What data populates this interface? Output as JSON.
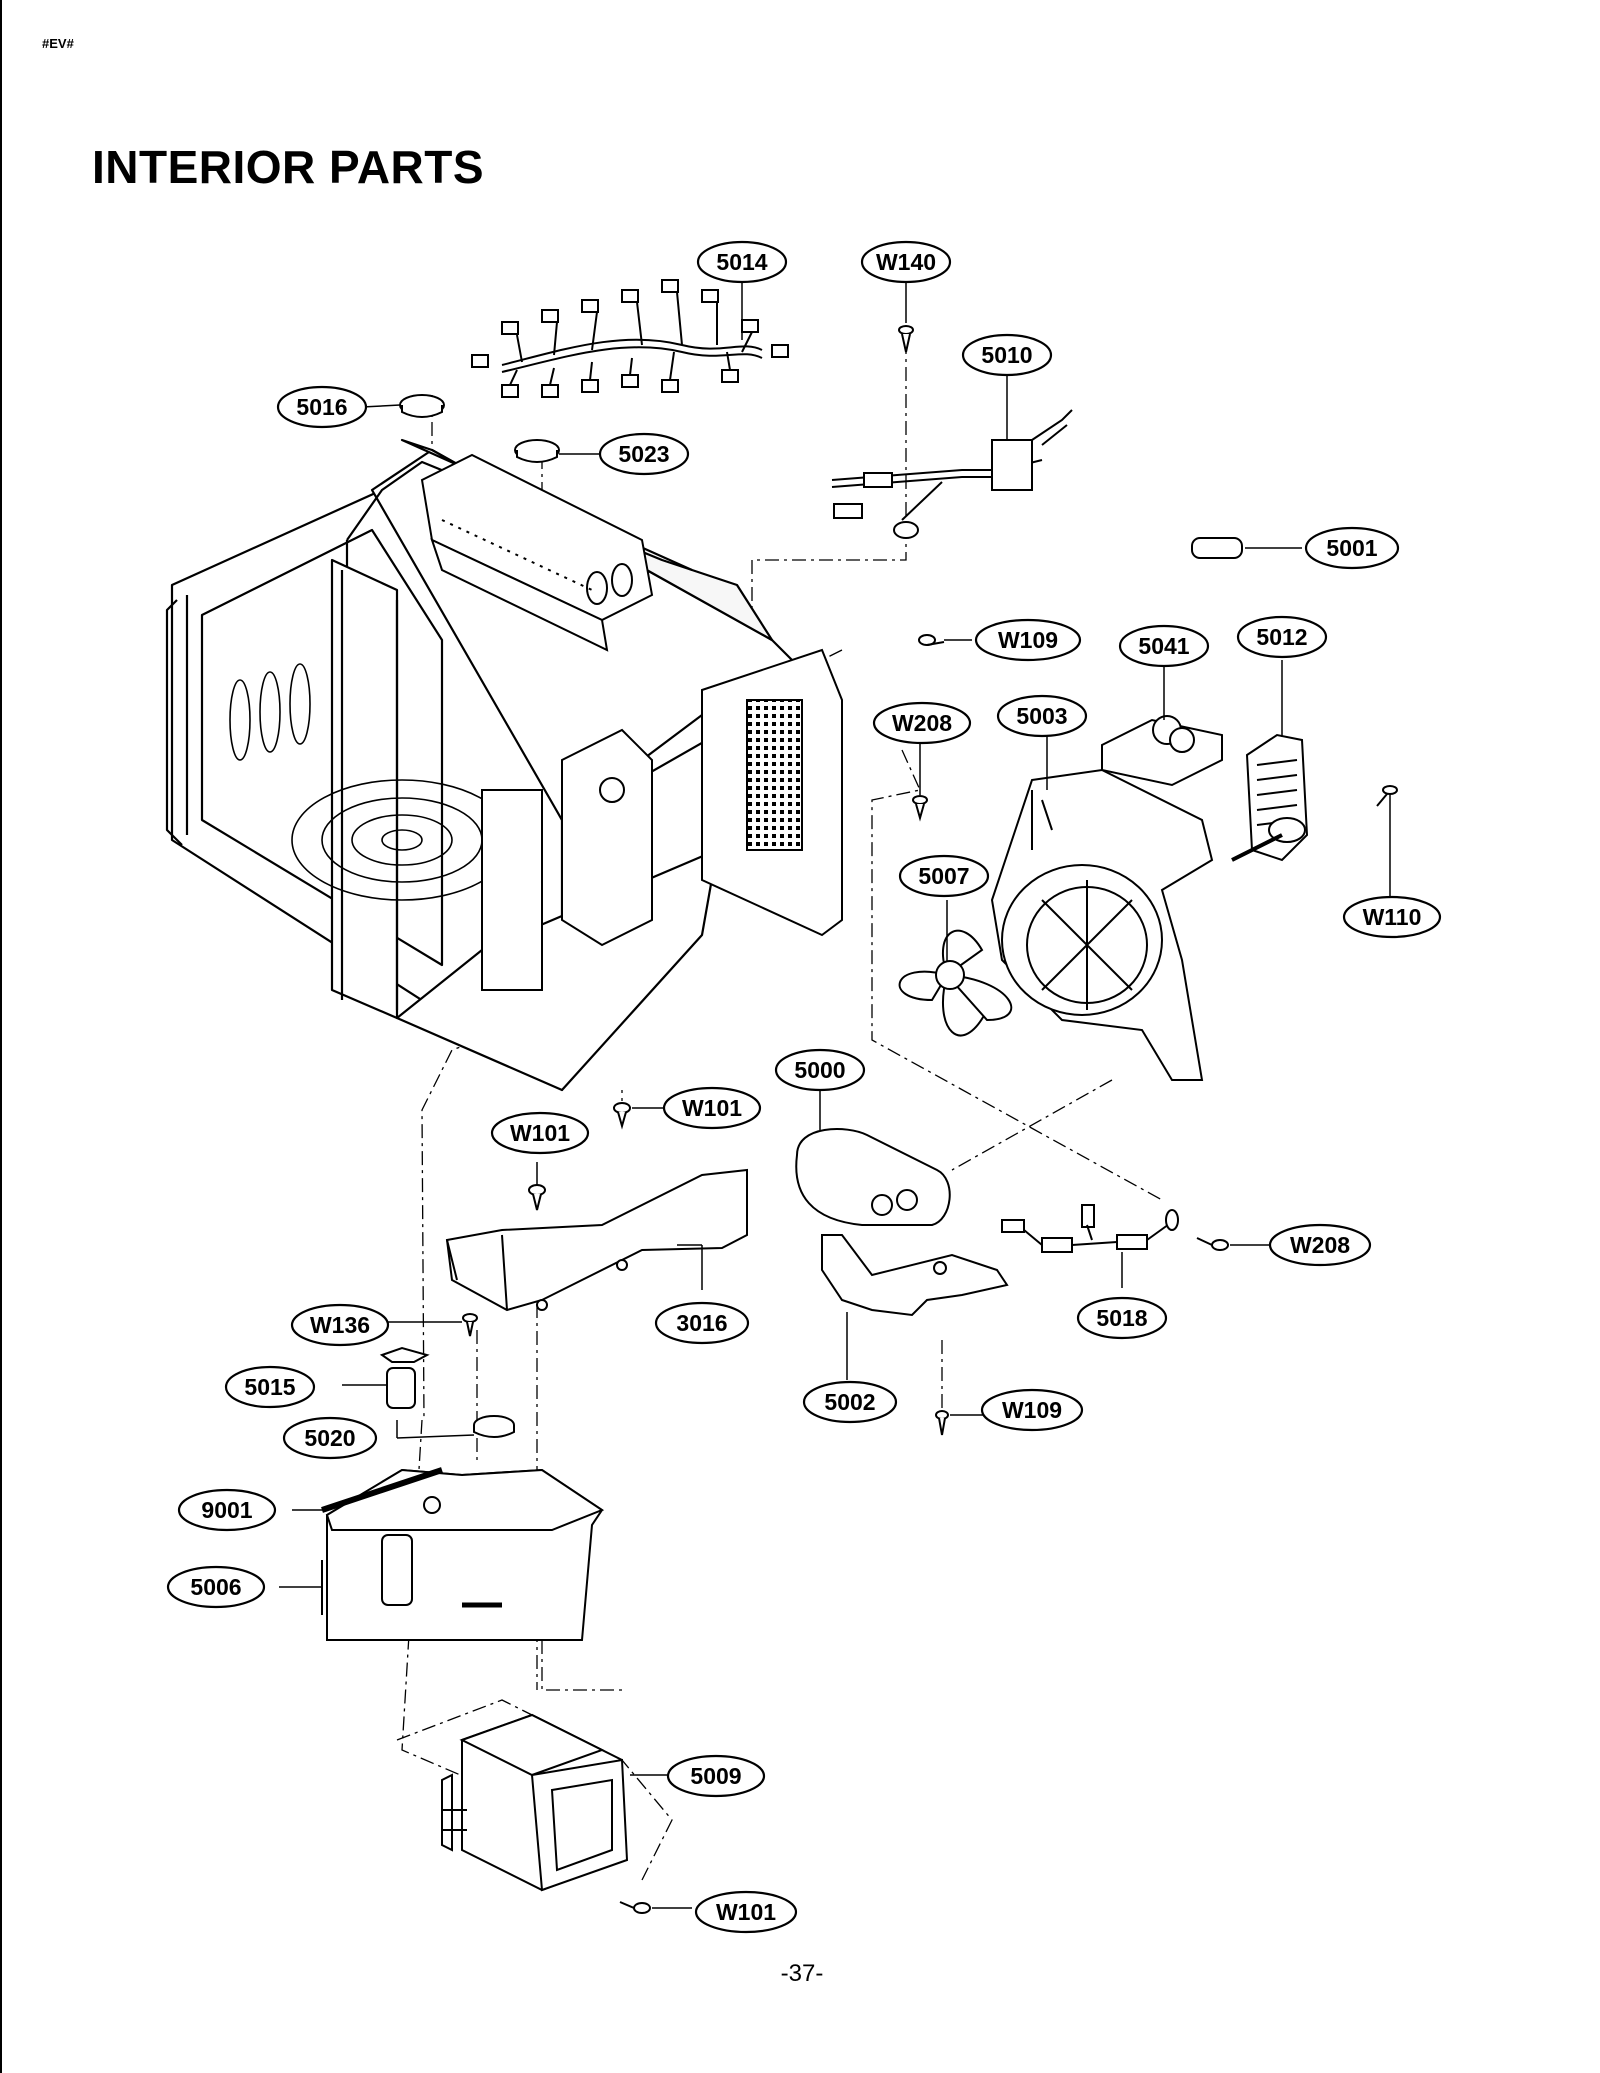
{
  "header": {
    "doc_tag": "#EV#",
    "title": "INTERIOR PARTS"
  },
  "footer": {
    "page_number": "-37-"
  },
  "callouts": [
    {
      "id": "c5014",
      "label": "5014"
    },
    {
      "id": "cW140",
      "label": "W140"
    },
    {
      "id": "c5010",
      "label": "5010"
    },
    {
      "id": "c5016",
      "label": "5016"
    },
    {
      "id": "c5023",
      "label": "5023"
    },
    {
      "id": "c5001",
      "label": "5001"
    },
    {
      "id": "cW109a",
      "label": "W109"
    },
    {
      "id": "c5041",
      "label": "5041"
    },
    {
      "id": "c5012",
      "label": "5012"
    },
    {
      "id": "cW208a",
      "label": "W208"
    },
    {
      "id": "c5003",
      "label": "5003"
    },
    {
      "id": "c5007",
      "label": "5007"
    },
    {
      "id": "cW110",
      "label": "W110"
    },
    {
      "id": "c5000",
      "label": "5000"
    },
    {
      "id": "cW101a",
      "label": "W101"
    },
    {
      "id": "cW101b",
      "label": "W101"
    },
    {
      "id": "cW208b",
      "label": "W208"
    },
    {
      "id": "c3016",
      "label": "3016"
    },
    {
      "id": "c5018",
      "label": "5018"
    },
    {
      "id": "cW136",
      "label": "W136"
    },
    {
      "id": "c5015",
      "label": "5015"
    },
    {
      "id": "c5002",
      "label": "5002"
    },
    {
      "id": "cW109b",
      "label": "W109"
    },
    {
      "id": "c5020",
      "label": "5020"
    },
    {
      "id": "c9001",
      "label": "9001"
    },
    {
      "id": "c5006",
      "label": "5006"
    },
    {
      "id": "c5009",
      "label": "5009"
    },
    {
      "id": "cW101c",
      "label": "W101"
    }
  ]
}
